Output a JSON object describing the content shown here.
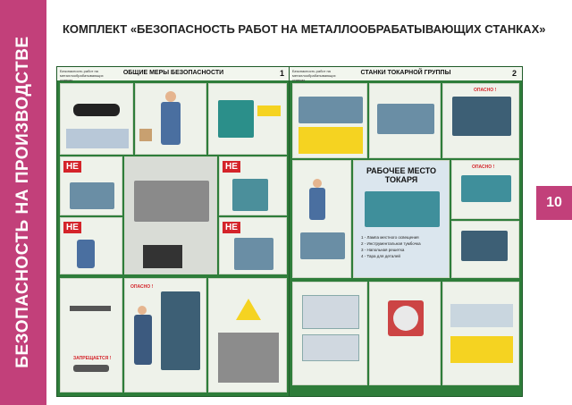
{
  "side_label": "БЕЗОПАСНОСТЬ НА ПРОИЗВОДСТВЕ",
  "title": "КОМПЛЕКТ «БЕЗОПАСНОСТЬ РАБОТ НА МЕТАЛЛООБРАБАТЫВАЮЩИХ СТАНКАХ»",
  "page_number": "10",
  "posters": [
    {
      "number": "1",
      "header_small": "Безопасность работ на металлообрабатывающих станках",
      "title": "ОБЩИЕ МЕРЫ БЕЗОПАСНОСТИ",
      "ne_labels": [
        "НЕ",
        "НЕ",
        "НЕ",
        "НЕ"
      ],
      "warnings": [
        "ОПАСНО !",
        "ЗАПРЕЩАЕТСЯ !"
      ]
    },
    {
      "number": "2",
      "header_small": "Безопасность работ на металлообрабатывающих станках",
      "title": "СТАНКИ ТОКАРНОЙ ГРУППЫ",
      "workplace_title": "РАБОЧЕЕ МЕСТО ТОКАРЯ",
      "workplace_items": [
        "1 - Лампа местного освещения",
        "2 - Инструментальная тумбочка",
        "3 - Напольная решетка",
        "4 - Тара для деталей"
      ],
      "warnings": [
        "ОПАСНО !",
        "ОПАСНО !"
      ]
    }
  ]
}
